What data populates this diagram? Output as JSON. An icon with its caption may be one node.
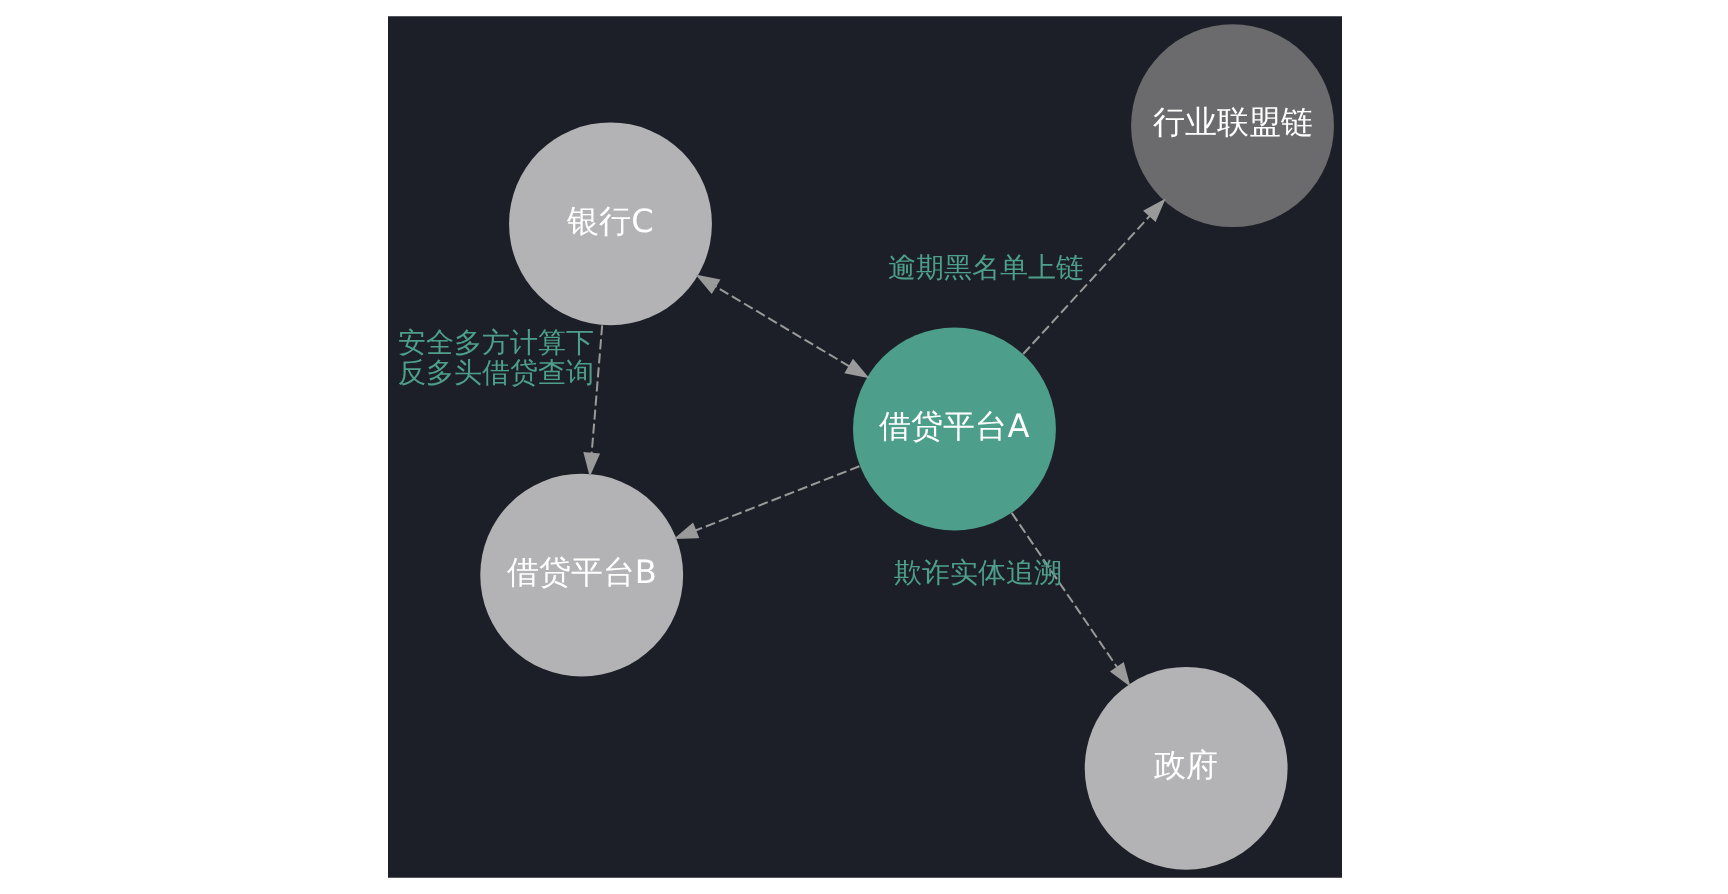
{
  "diagram": {
    "nodes": [
      {
        "text": [
          "借贷平台B"
        ]
      },
      {
        "text": [
          "政府"
        ]
      },
      {
        "text": [
          "借贷平台A"
        ]
      },
      {
        "text": [
          "银行C"
        ]
      },
      {
        "text": [
          "行业联盟链"
        ]
      }
    ],
    "edges": [
      {
        "from": 2,
        "to": 0,
        "arrow": "to",
        "style": "dashed"
      },
      {
        "from": 2,
        "to": 1,
        "arrow": "to",
        "style": "dashed",
        "label": "欺诈实体追溯"
      },
      {
        "from": 2,
        "to": 3,
        "arrow": "both",
        "style": "dashed"
      },
      {
        "from": 2,
        "to": 4,
        "arrow": "to",
        "style": "dashed",
        "label": "逾期黑名单上链"
      },
      {
        "from": 3,
        "to": 0,
        "arrow": "to",
        "style": "dashed",
        "label": "安全多方计算下反多头借贷查询"
      }
    ]
  }
}
